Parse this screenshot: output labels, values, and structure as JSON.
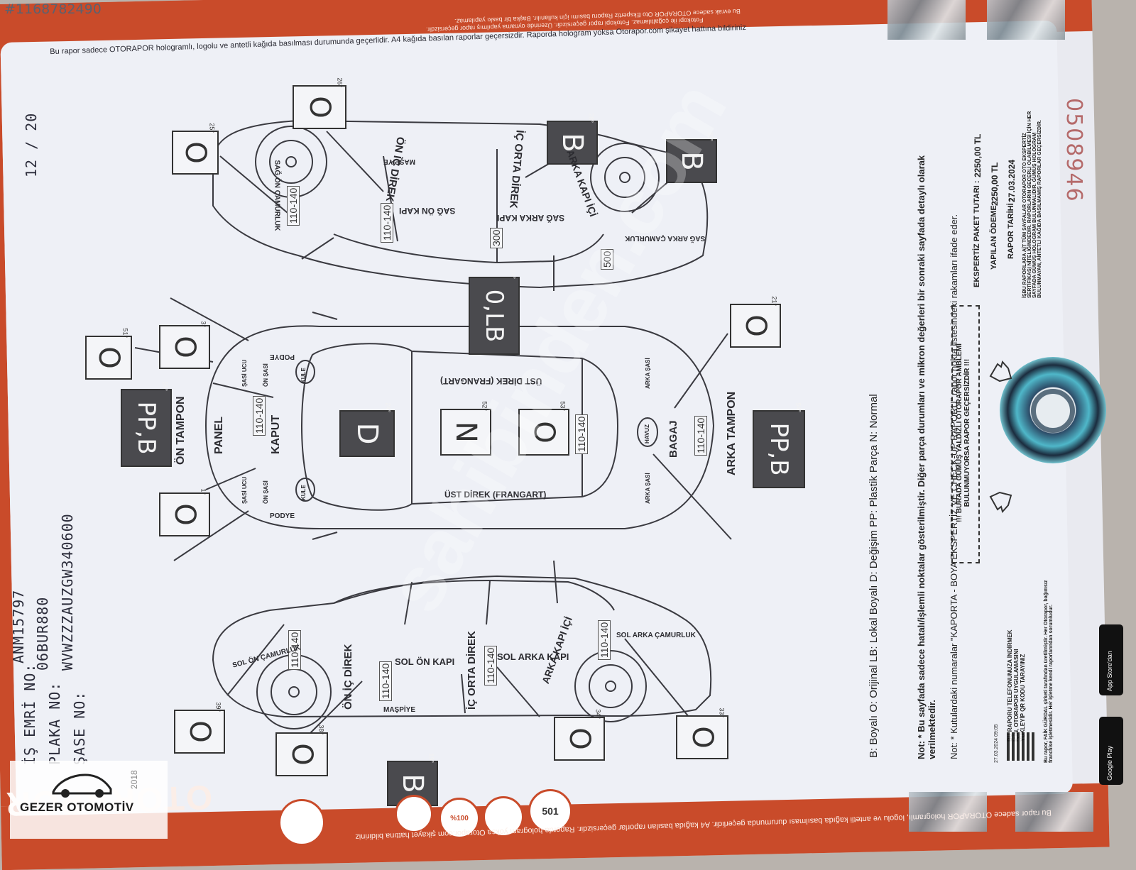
{
  "photo_id": "#1168782490",
  "header": {
    "page_no": "12 / 20",
    "is_emri_label": "İŞ EMRİ NO:",
    "is_emri_value": "ANM15797",
    "plaka_label": "PLAKA NO:",
    "plaka_value": "06BUR880",
    "sase_label": "ŞASE NO:",
    "sase_value": "WVWZZZAUZGW340600"
  },
  "top_notice": "Bu rapor sadece OTORAPOR hologramlı, logolu ve antetli kağıda basılması durumunda geçerlidir. A4 kağıda basılan raporlar geçersizdir. Raporda hologram yoksa Otorapor.com şikayet hattına bildiriniz",
  "top_notice2": "Fotokopi ile çoğaltılamaz. Fotokopi rapor geçersizdir. Üzerinde oynama yapılmış rapor geçersizdir.",
  "top_notice3": "Bu evrak sadece OTORAPOR Oto Ekspertiz Raporu basımı için kullanılır. Başka bir baskı yapılamaz.",
  "parts": {
    "sag_on_camurluk": {
      "label": "SAĞ ÖN ÇAMURLUK",
      "value": "O",
      "deg": "25°",
      "range": "110-140"
    },
    "sag_on_ic_direk": {
      "label": "ÖN İÇ DİREK"
    },
    "sag_on_kapi": {
      "label": "SAĞ ÖN KAPI",
      "value": "O",
      "deg": "26°",
      "range": "110-140"
    },
    "sag_masp": {
      "label": "MAŞPİYE"
    },
    "sag_ic_orta_direk": {
      "label": "İÇ ORTA DİREK",
      "range": "300"
    },
    "sag_arka_kapi": {
      "label": "SAĞ ARKA KAPI",
      "value": "B",
      "deg": "28°"
    },
    "sag_arka_kapi_ici": {
      "label": "ARKA KAPI İÇİ"
    },
    "sag_arka_camurluk": {
      "label": "SAĞ ARKA ÇAMURLUK",
      "value": "B",
      "deg": "32°",
      "range": "500"
    },
    "tavan": {
      "value": "0,LB",
      "deg": "14°"
    },
    "ust_direk_sag": {
      "label": "ÜST DİREK (FRANGART)"
    },
    "ust_direk_sol": {
      "label": "ÜST DİREK (FRANGART)"
    },
    "on_tampon": {
      "label": "ÖN TAMPON",
      "value": "PP,B",
      "deg": "55°"
    },
    "panel": {
      "label": "PANEL"
    },
    "kaput": {
      "label": "KAPUT",
      "value": "D",
      "deg": "24°",
      "range": "110-140"
    },
    "sol_sasi_ucu": {
      "label": "ŞASİ UCU",
      "value": "O",
      "deg": "1°"
    },
    "sag_sasi_ucu": {
      "label": "ŞASİ UCU",
      "value": "O",
      "deg": "3°"
    },
    "on_sasi_sag": {
      "label": "ÖN ŞASİ"
    },
    "on_sasi_sol": {
      "label": "ÖN ŞASİ"
    },
    "far_box": {
      "value": "O",
      "deg": "51°"
    },
    "podye_sag": {
      "label": "PODYE"
    },
    "podye_sol": {
      "label": "PODYE"
    },
    "kule_sag": {
      "label": "KULE"
    },
    "kule_sol": {
      "label": "KULE"
    },
    "tavan_n": {
      "value": "N",
      "deg": "52°"
    },
    "bagaj": {
      "label": "BAGAJ",
      "value": "O",
      "deg": "53°",
      "range": "110-140"
    },
    "havuz": {
      "label": "HAVUZ"
    },
    "arka_sasi_sag": {
      "label": "ARKA ŞASİ"
    },
    "arka_sasi_sol": {
      "label": "ARKA ŞASİ"
    },
    "arka_tampon": {
      "label": "ARKA TAMPON",
      "value": "PP,B",
      "deg": "54°",
      "range": "110-140"
    },
    "arka_box": {
      "value": "O",
      "deg": "21°"
    },
    "sol_on_camurluk": {
      "label": "SOL ÖN ÇAMURLUK",
      "value": "O",
      "deg": "39°",
      "range": "110-140"
    },
    "sol_on_ic_direk": {
      "label": "ÖN İÇ DİREK"
    },
    "sol_on_kapi": {
      "label": "SOL ÖN KAPI",
      "value": "O",
      "deg": "38°",
      "range": "110-140"
    },
    "sol_masp": {
      "label": "MAŞPİYE"
    },
    "sol_ic_orta_direk": {
      "label": "İÇ ORTA DİREK",
      "range": "110-140"
    },
    "sol_arka_kapi": {
      "label": "SOL ARKA KAPI",
      "value": "O",
      "deg": "34°"
    },
    "sol_arka_kapi_ici": {
      "label": "ARKA KAPI İÇİ"
    },
    "sol_arka_camurluk": {
      "label": "SOL ARKA ÇAMURLUK",
      "value": "O",
      "deg": "33°",
      "range": "110-140"
    },
    "sol_tavan_b": {
      "value": "B",
      "deg": "19°"
    }
  },
  "legend": "B: Boyalı O: Orijinal LB: Lokal Boyalı D: Değişim PP: Plastik Parça N: Normal",
  "note1": "Not: * Bu sayfada sadece hatalı/işlemli noktalar gösterilmiştir. Diğer parça durumları ve mikron değerleri bir sonraki sayfada detaylı olarak verilmektedir.",
  "note2": "Not: * Kutulardaki numaralar \"KAPORTA - BOYA EKSPERTİZ VE CHECK-UP RAPORU\" rapor nokta listesindeki rakamları ifade eder.",
  "hologram_box": "!!! BURADA GÜMÜŞ YALDIZLI OTORAPOR AMBLEMİ BULUNMUYORSA RAPOR GEÇERSİZDİR !!!",
  "fees": {
    "paket_label": "EKSPERTİZ PAKET TUTARI :",
    "paket_value": "2250,00 TL",
    "odeme_label": "YAPILAN ÖDEME :",
    "odeme_value": "2250,00 TL",
    "tarih_label": "RAPOR TARİHİ :",
    "tarih_value": "27.03.2024"
  },
  "cert_text": "İŞBU RAPORLARA AİT TÜM SAYFALAR OTORAPOR OTO EKSPERTİZ SERTİFİKASI NİTELİĞİNDEDİR. RAPORLARIN GEÇERLİ OLABİLMESİ İÇİN HER SAYFADA GÜMÜŞ HOLOGRAM BULUNMALIDIR. GÜMÜŞ HOLOGRAM BULUNMAYAN, ANTETLİ KAĞIDA BASILMAMIŞ RAPORLAR GEÇERSİZDİR.",
  "app_text": "BU RAPORU TELEFONUNUZA İNDİRMEK İÇİN, OTORAPOR UYGULAMASINI YÜKLEYİP QR KODU TARAYINIZ",
  "timestamp": "27.03.2024 09:05",
  "footer_small": "Bu rapor, FAİK GÜRDAL şirketi tarafından üretilmiştir. Her Otorapor, bağımsız franchise işletmesidir. Her işletme kendi raporlarından sorumludur.",
  "google_play": "Google Play",
  "app_store": "App Store'dan",
  "serial": "0508946",
  "brand": "OTORAPOR",
  "badge_501": "501",
  "badge_100": "%100",
  "watermark_logo": "GEZER OTOMOTİV",
  "watermark_site": "sahibinden.com",
  "year_stamp": "2018",
  "colors": {
    "brand": "#c94b2a",
    "paper": "#eef0f6",
    "ink": "#333333"
  }
}
